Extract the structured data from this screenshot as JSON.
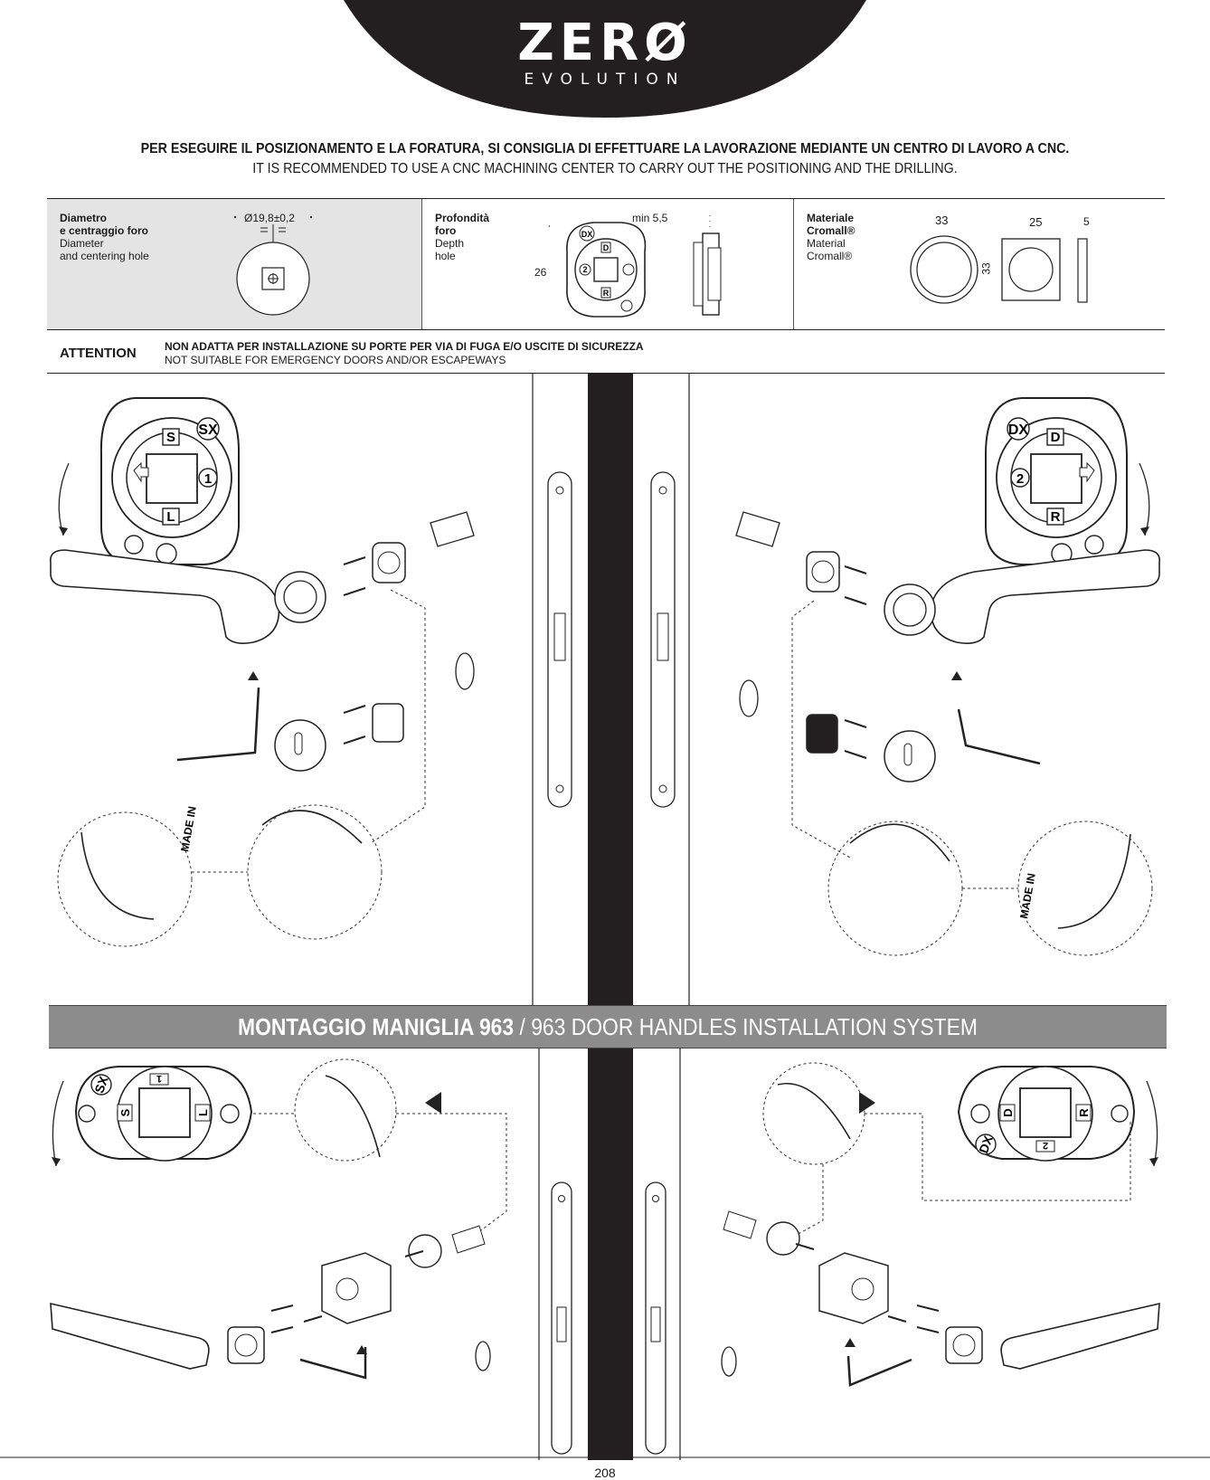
{
  "header": {
    "logo_main": "ZERØ",
    "logo_sub": "EVOLUTION",
    "recommendation_it": "PER ESEGUIRE IL POSIZIONAMENTO E LA FORATURA, SI CONSIGLIA DI EFFETTUARE LA LAVORAZIONE MEDIANTE UN CENTRO DI LAVORO A CNC.",
    "recommendation_en": "IT IS RECOMMENDED TO USE A CNC MACHINING CENTER TO CARRY OUT THE POSITIONING AND THE DRILLING."
  },
  "specs": {
    "diameter": {
      "label_it_1": "Diametro",
      "label_it_2": "e centraggio foro",
      "label_en_1": "Diameter",
      "label_en_2": "and centering hole",
      "value": "Ø19,8±0,2"
    },
    "depth": {
      "label_it_1": "Profondità",
      "label_it_2": "foro",
      "label_en_1": "Depth",
      "label_en_2": "hole",
      "min_value": "min 5,5",
      "height_value": "26",
      "marks": {
        "dx": "DX",
        "d": "D",
        "r": "R",
        "two": "2"
      }
    },
    "material": {
      "label_it_1": "Materiale",
      "label_it_2": "Cromall®",
      "label_en_1": "Material",
      "label_en_2": "Cromall®",
      "dim_round": "33",
      "dim_square": "25",
      "dim_thickness": "5",
      "dim_height": "33"
    }
  },
  "attention": {
    "label": "ATTENTION",
    "text_it": "NON ADATTA PER INSTALLAZIONE SU PORTE PER VIA DI FUGA E/O USCITE DI SICUREZZA",
    "text_en": "NOT SUITABLE FOR EMERGENCY DOORS AND/OR ESCAPEWAYS"
  },
  "diagram_marks": {
    "top_left": {
      "sx": "SX",
      "s": "S",
      "l": "L",
      "one": "1"
    },
    "top_right": {
      "dx": "DX",
      "d": "D",
      "r": "R",
      "two": "2"
    },
    "bottom_left": {
      "sx": "SX",
      "s": "S",
      "l": "L",
      "one": "1"
    },
    "bottom_right": {
      "dx": "DX",
      "d": "D",
      "r": "R",
      "two": "2"
    },
    "made_in": "MADE IN"
  },
  "section": {
    "title_bold": "MONTAGGIO MANIGLIA 963",
    "title_rest": " / 963 DOOR HANDLES INSTALLATION SYSTEM"
  },
  "page_number": "208"
}
